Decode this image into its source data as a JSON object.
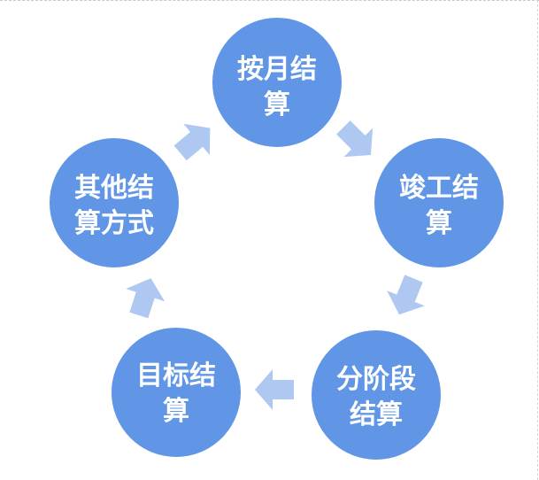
{
  "diagram": {
    "type": "cycle",
    "colors": {
      "node_fill": "#6196e6",
      "node_text": "#ffffff",
      "arrow_fill": "#afc8f1"
    },
    "nodes": [
      {
        "id": "monthly",
        "line1": "按月结",
        "line2": "算"
      },
      {
        "id": "completion",
        "line1": "竣工结",
        "line2": "算"
      },
      {
        "id": "phased",
        "line1": "分阶段",
        "line2": "结算"
      },
      {
        "id": "target",
        "line1": "目标结",
        "line2": "算"
      },
      {
        "id": "other",
        "line1": "其他结",
        "line2": "算方式"
      }
    ]
  }
}
